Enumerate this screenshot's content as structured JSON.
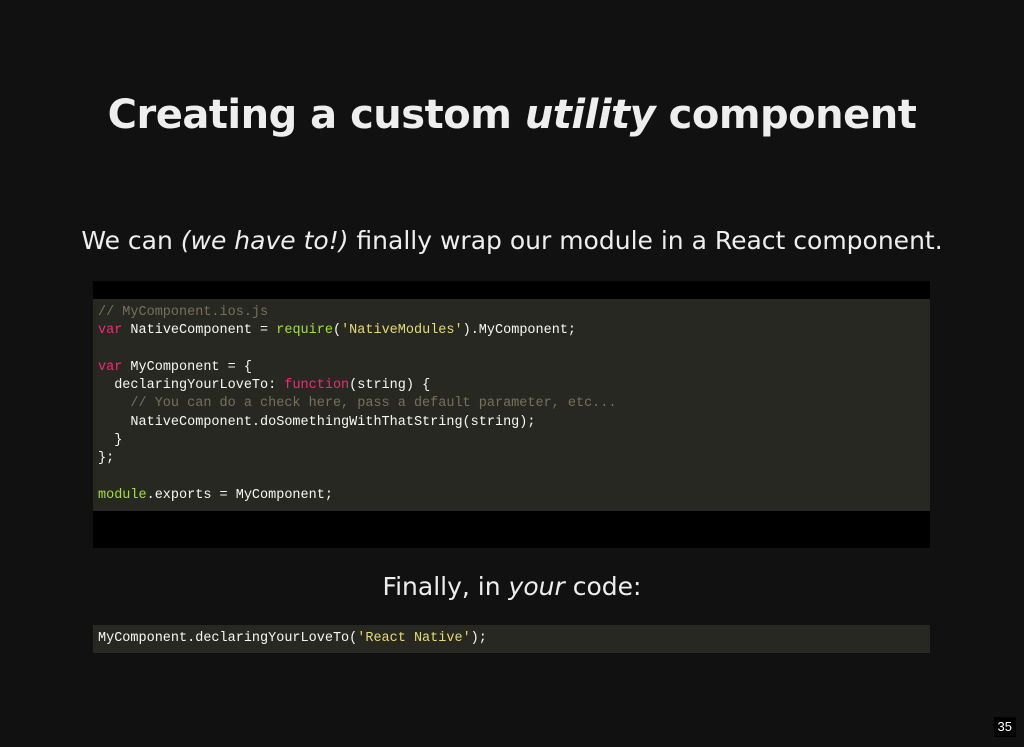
{
  "title": {
    "before": "Creating a custom ",
    "emphasis": "utility",
    "after": " component"
  },
  "lead": {
    "before": "We can ",
    "emphasis": "(we have to!)",
    "after": " finally wrap our module in a React component."
  },
  "code_block": {
    "language": "javascript",
    "lines": [
      [
        {
          "t": "comment",
          "v": "// MyComponent.ios.js"
        }
      ],
      [
        {
          "t": "keyword",
          "v": "var"
        },
        {
          "t": "plain",
          "v": " NativeComponent = "
        },
        {
          "t": "builtin",
          "v": "require"
        },
        {
          "t": "plain",
          "v": "("
        },
        {
          "t": "string",
          "v": "'NativeModules'"
        },
        {
          "t": "plain",
          "v": ").MyComponent;"
        }
      ],
      [],
      [
        {
          "t": "keyword",
          "v": "var"
        },
        {
          "t": "plain",
          "v": " MyComponent = {"
        }
      ],
      [
        {
          "t": "plain",
          "v": "  declaringYourLoveTo: "
        },
        {
          "t": "keyword",
          "v": "function"
        },
        {
          "t": "plain",
          "v": "(string) {"
        }
      ],
      [
        {
          "t": "plain",
          "v": "    "
        },
        {
          "t": "comment",
          "v": "// You can do a check here, pass a default parameter, etc..."
        }
      ],
      [
        {
          "t": "plain",
          "v": "    NativeComponent.doSomethingWithThatString(string);"
        }
      ],
      [
        {
          "t": "plain",
          "v": "  }"
        }
      ],
      [
        {
          "t": "plain",
          "v": "};"
        }
      ],
      [],
      [
        {
          "t": "builtin",
          "v": "module"
        },
        {
          "t": "plain",
          "v": ".exports = MyComponent;"
        }
      ]
    ]
  },
  "sub_lead": {
    "before": "Finally, in ",
    "emphasis": "your",
    "after": " code:"
  },
  "inline_code": {
    "tokens": [
      {
        "t": "plain",
        "v": "MyComponent.declaringYourLoveTo("
      },
      {
        "t": "string",
        "v": "'React Native'"
      },
      {
        "t": "plain",
        "v": ");"
      }
    ]
  },
  "slide_number": "35",
  "colors": {
    "background": "#111111",
    "code_background": "#272822",
    "comment": "#75715e",
    "keyword": "#f92672",
    "string": "#e6db74",
    "builtin": "#a6e22e"
  }
}
